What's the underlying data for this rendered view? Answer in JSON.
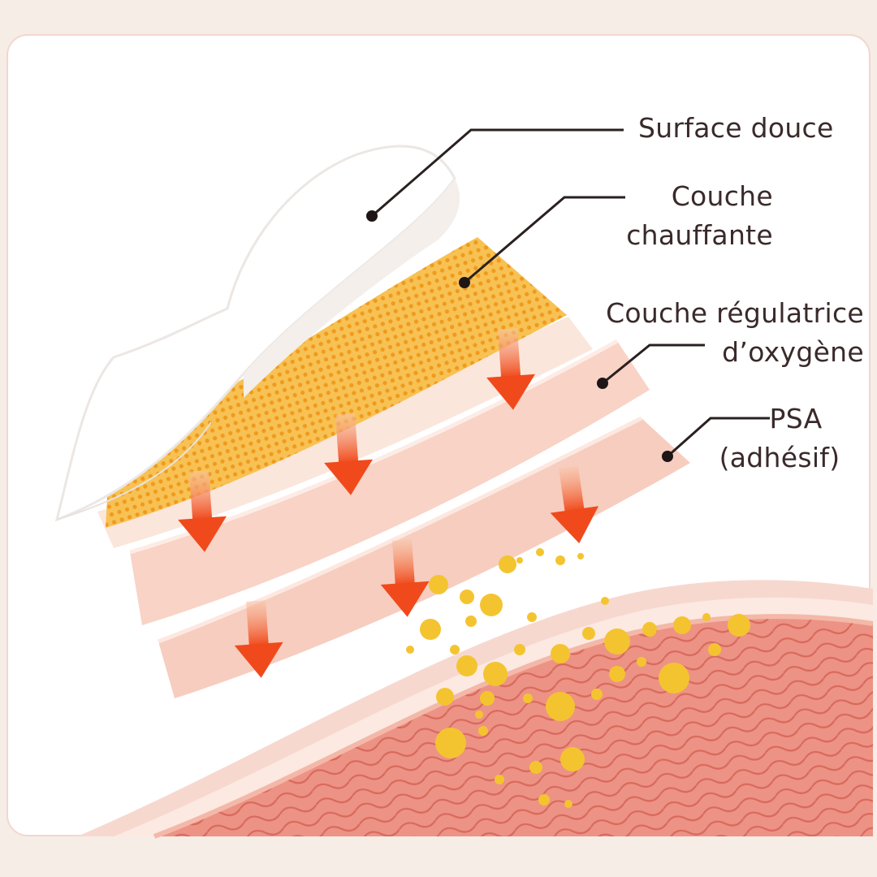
{
  "labels": {
    "surface": {
      "lines": [
        "Surface douce"
      ]
    },
    "heating": {
      "lines": [
        "Couche",
        "chauffante"
      ]
    },
    "oxygen": {
      "lines": [
        "Couche régulatrice",
        "d’oxygène"
      ]
    },
    "psa": {
      "lines": [
        "PSA",
        "(adhésif)"
      ]
    }
  },
  "colors": {
    "background": "#f6ede7",
    "frame_border": "#f3d6cf",
    "label_text": "#3a2a2a",
    "leader_line": "#2a2020",
    "heating_mesh": "#f5b43a",
    "pink_layer": "#f6cdbf",
    "arrow": "#f25a2a",
    "skin": "#e9877a",
    "particles": "#f4c430"
  },
  "icons": [
    "down-arrow-icon",
    "leader-dot-icon"
  ]
}
